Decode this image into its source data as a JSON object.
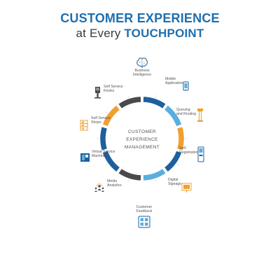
{
  "title": {
    "line1": "CUSTOMER EXPERIENCE",
    "line2_prefix": "at Every",
    "line2_accent": "TOUCHPOINT"
  },
  "center": {
    "line1": "CUSTOMER",
    "line2": "EXPERIENCE",
    "line3": "MANAGEMENT"
  },
  "colors": {
    "title_blue": "#1f6fae",
    "dark_blue": "#1e5f9e",
    "light_blue": "#5aaee0",
    "orange": "#f0a030",
    "dark_gray": "#4a4a4a",
    "text_gray": "#555555"
  },
  "touchpoints": [
    {
      "line1": "Business",
      "line2": "Intelligence",
      "icon": "brain-icon"
    },
    {
      "line1": "Mobile",
      "line2": "Application",
      "icon": "mobile-phone-icon"
    },
    {
      "line1": "Queuing",
      "line2": "and Routing",
      "icon": "queue-stand-icon"
    },
    {
      "line1": "Self-",
      "line2": "Registration",
      "icon": "registration-kiosk-icon"
    },
    {
      "line1": "Digital",
      "line2": "Signage",
      "icon": "digital-signage-icon"
    },
    {
      "line1": "Customer",
      "line2": "Feedback",
      "icon": "feedback-terminal-icon"
    },
    {
      "line1": "Media",
      "line2": "Analytics",
      "icon": "people-analytics-icon"
    },
    {
      "line1": "Virtual Service",
      "line2": "Machines",
      "icon": "virtual-machine-icon"
    },
    {
      "line1": "Self Service",
      "line2": "Shops",
      "icon": "service-shop-icon"
    },
    {
      "line1": "Self Service",
      "line2": "Kiosks",
      "icon": "kiosk-icon"
    }
  ]
}
